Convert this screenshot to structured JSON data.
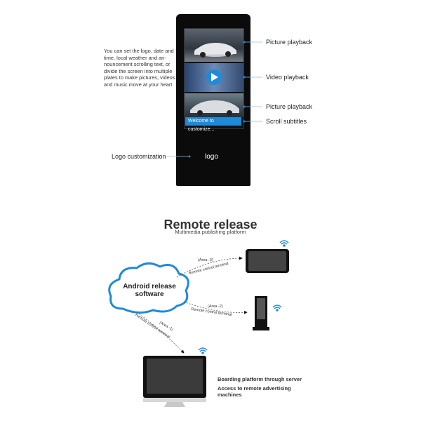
{
  "kiosk": {
    "note": "You can set the logo, date and time, local weather and an- nouncement scrolling text, or divide the screen into multiple plates to make pictures, videos and music move at your heart",
    "scroll_text": "Welcome to customize...",
    "logo_text": "logo",
    "labels": {
      "picture_1": "Picture playback",
      "video": "Video playback",
      "picture_2": "Picture playback",
      "scroll": "Scroll subtitles",
      "logo": "Logo customization"
    }
  },
  "remote": {
    "title": "Remote release",
    "subtitle": "Multimedia publishing platform",
    "cloud_text": "Android release software",
    "links": [
      {
        "area": "(Area -3)",
        "terminal": "Remote control terminal"
      },
      {
        "area": "(Area -2)",
        "terminal": "Remote control terminal"
      },
      {
        "area": "(Area -1)",
        "terminal": "Remote control terminal"
      }
    ],
    "server_note": "Boarding platform through server",
    "access_note": "Access to remote advertising machines"
  },
  "colors": {
    "accent": "#1f8ad8",
    "wifi": "#1e88e5",
    "device": "#111111"
  }
}
